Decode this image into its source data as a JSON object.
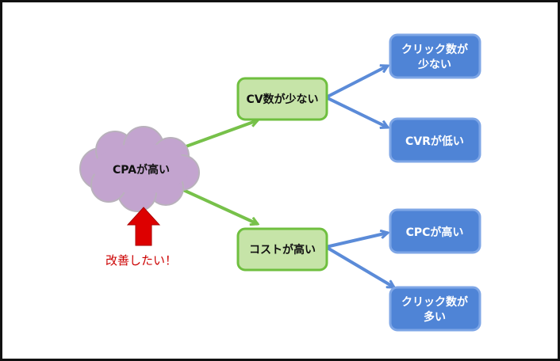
{
  "root": {
    "label": "CPAが高い"
  },
  "improve_label": "改善したい！",
  "branches": [
    {
      "label": "CV数が少ない",
      "children": [
        {
          "lines": [
            "クリック数が",
            "少ない"
          ]
        },
        {
          "lines": [
            "CVRが低い"
          ]
        }
      ]
    },
    {
      "label": "コストが高い",
      "children": [
        {
          "lines": [
            "CPCが高い"
          ]
        },
        {
          "lines": [
            "クリック数が",
            "多い"
          ]
        }
      ]
    }
  ],
  "colors": {
    "cloud_fill": "#c3a4cf",
    "cloud_stroke": "#b9b1bc",
    "mid_fill": "#c6e4a8",
    "mid_stroke": "#6fbf3f",
    "green_arrow": "#77c14a",
    "leaf_fill": "#4f84d6",
    "leaf_stroke": "#7ea6e6",
    "blue_arrow": "#5b8bd8",
    "red_arrow": "#dd0000",
    "red_text": "#cc0000"
  }
}
